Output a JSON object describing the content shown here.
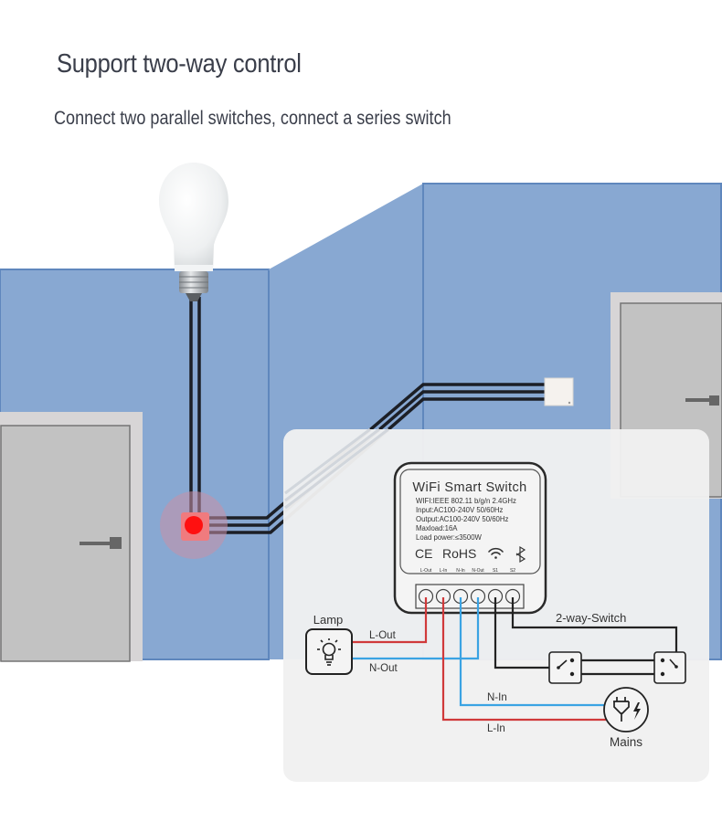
{
  "header": {
    "title": "Support two-way control",
    "subtitle": "Connect two parallel switches, connect a series switch"
  },
  "device": {
    "name": "WiFi Smart Switch",
    "specs": [
      "WIFI:IEEE 802.11 b/g/n 2.4GHz",
      "Input:AC100-240V 50/60Hz",
      "Output:AC100-240V 50/60Hz",
      "Maxload:16A",
      "Load power:≤3500W"
    ],
    "certs": [
      "CE",
      "RoHS"
    ],
    "icons": [
      "wifi-icon",
      "bluetooth-icon"
    ],
    "terminals": [
      "L-Out",
      "L-In",
      "N-In",
      "N-Out",
      "S1",
      "S2"
    ]
  },
  "diagram": {
    "lamp_label": "Lamp",
    "l_out_label": "L-Out",
    "n_out_label": "N-Out",
    "switch_label": "2-way-Switch",
    "n_in_label": "N-In",
    "l_in_label": "L-In",
    "mains_label": "Mains"
  },
  "colors": {
    "wall": "#88a8d2",
    "wall_edge": "#5f87bd",
    "live_wire": "#d0393a",
    "neutral_wire": "#3aa3e3",
    "switch_wire": "#222222",
    "indicator": "#ff1a1a"
  }
}
